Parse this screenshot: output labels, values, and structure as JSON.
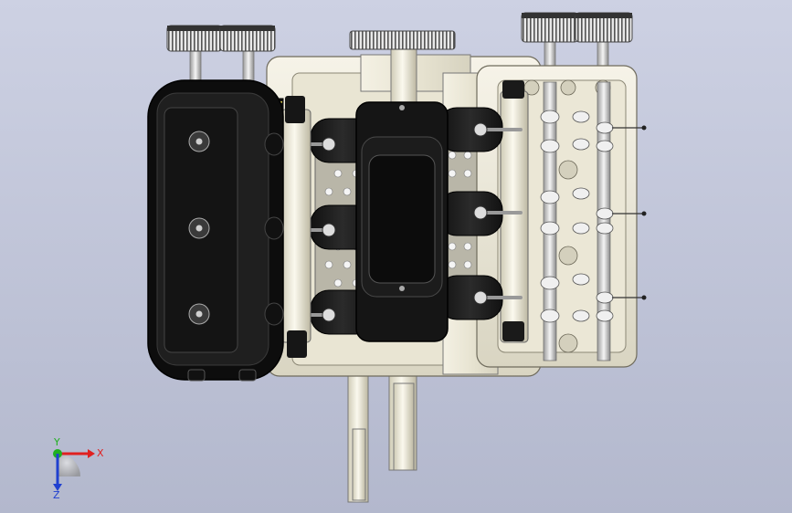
{
  "viewport": {
    "background_top": "#cdd1e3",
    "background_bottom": "#b3b8cd"
  },
  "model": {
    "description_icon": "engine-cad-model-icon"
  },
  "triad": {
    "x_label": "X",
    "y_label": "Y",
    "z_label": "Z",
    "x_color": "#e02020",
    "y_color": "#20b020",
    "z_color": "#2040d0"
  }
}
